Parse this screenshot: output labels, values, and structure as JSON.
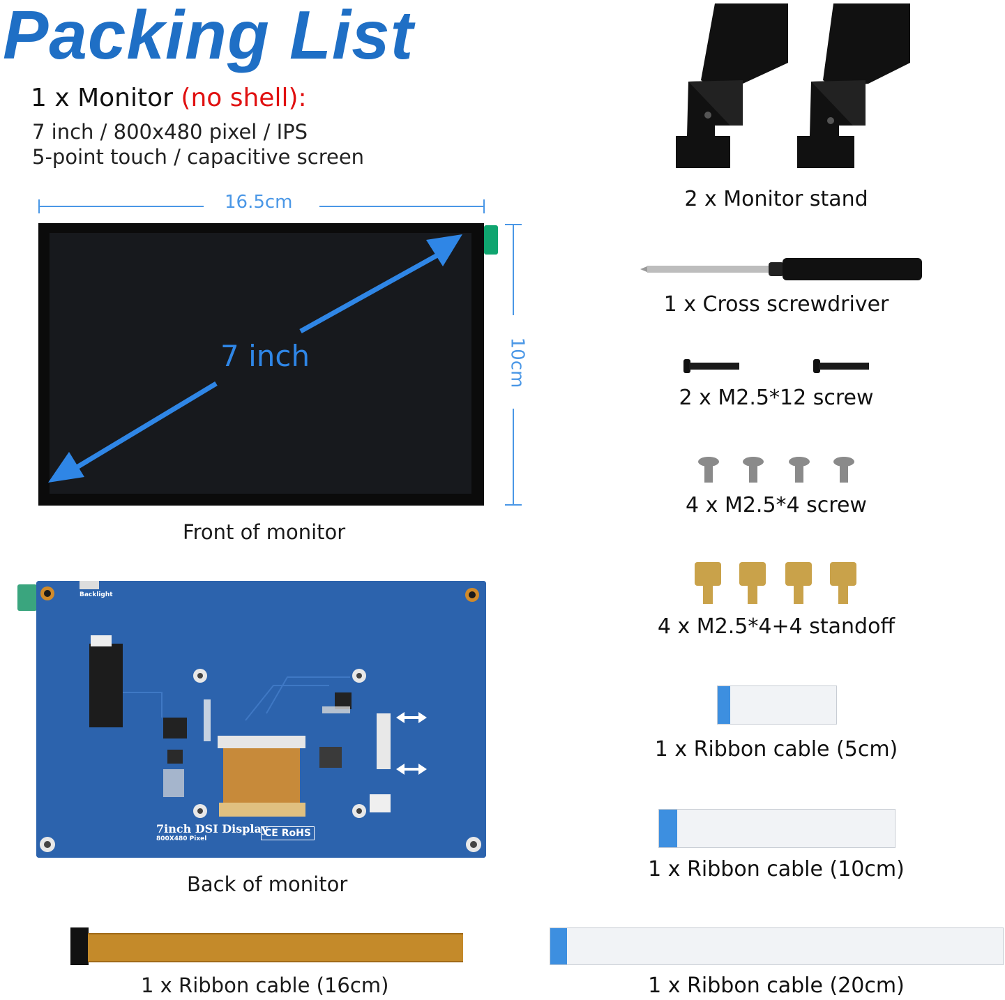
{
  "title": "Packing List",
  "monitor": {
    "heading": "1 x Monitor",
    "heading_note": "(no shell):",
    "spec_line1": "7 inch / 800x480 pixel / IPS",
    "spec_line2": "5-point touch / capacitive screen",
    "width_label": "16.5cm",
    "height_label": "10cm",
    "diagonal_label": "7 inch",
    "front_caption": "Front of monitor",
    "back_caption": "Back of monitor",
    "board_title": "7inch DSI Display",
    "board_subtitle": "800X480 Pixel",
    "board_backlight": "Backlight",
    "board_cert": "CE RoHS"
  },
  "items": {
    "stand": "2 x Monitor stand",
    "screwdriver": "1 x Cross screwdriver",
    "screw12": "2 x M2.5*12 screw",
    "screw4": "4 x M2.5*4 screw",
    "standoff": "4 x M2.5*4+4 standoff",
    "ribbon5": "1 x Ribbon cable (5cm)",
    "ribbon10": "1 x Ribbon cable (10cm)",
    "ribbon16": "1 x Ribbon cable (16cm)",
    "ribbon20": "1 x Ribbon cable (20cm)"
  },
  "colors": {
    "accent_blue": "#1f6fc5",
    "note_red": "#e01010",
    "pcb_blue": "#2a5fa8"
  }
}
